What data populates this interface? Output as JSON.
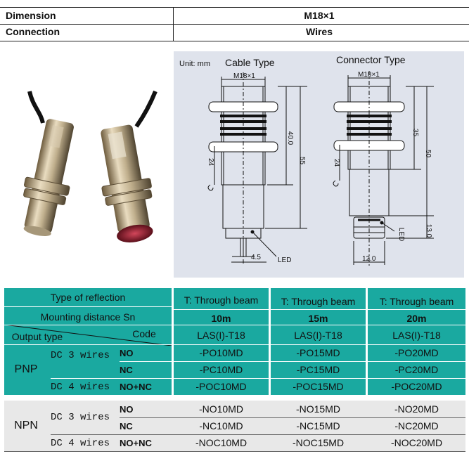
{
  "spec": [
    {
      "label": "Dimension",
      "value": "M18×1"
    },
    {
      "label": "Connection",
      "value": "Wires"
    }
  ],
  "drawing": {
    "unit": "Unit: mm",
    "cable_title": "Cable Type",
    "connector_title": "Connector Type",
    "thread": "M18×1",
    "dims_cable": {
      "body": "40.0",
      "total": "55",
      "wrench": "24",
      "cable": "4.5",
      "led": "LED"
    },
    "dims_connector": {
      "body": "35",
      "total": "50",
      "wrench": "24",
      "plug": "13.0",
      "dia": "12.0",
      "led": "LED"
    }
  },
  "table": {
    "type_of_reflection": "Type of reflection",
    "mounting_distance": "Mounting distance Sn",
    "code": "Code",
    "output_type": "Output type",
    "columns": [
      {
        "type": "T: Through beam",
        "distance": "10m",
        "code": "LAS(I)-T18"
      },
      {
        "type": "T: Through beam",
        "distance": "15m",
        "code": "LAS(I)-T18"
      },
      {
        "type": "T: Through beam",
        "distance": "20m",
        "code": "LAS(I)-T18"
      }
    ],
    "groups": [
      {
        "name": "PNP",
        "rows": [
          {
            "wires": "DC 3 wires",
            "out": "NO",
            "codes": [
              "-PO10MD",
              "-PO15MD",
              "-PO20MD"
            ]
          },
          {
            "wires": "",
            "out": "NC",
            "codes": [
              "-PC10MD",
              "-PC15MD",
              "-PC20MD"
            ]
          },
          {
            "wires": "DC 4 wires",
            "out": "NO+NC",
            "codes": [
              "-POC10MD",
              "-POC15MD",
              "-POC20MD"
            ]
          }
        ]
      },
      {
        "name": "NPN",
        "rows": [
          {
            "wires": "DC 3 wires",
            "out": "NO",
            "codes": [
              "-NO10MD",
              "-NO15MD",
              "-NO20MD"
            ]
          },
          {
            "wires": "",
            "out": "NC",
            "codes": [
              "-NC10MD",
              "-NC15MD",
              "-NC20MD"
            ]
          },
          {
            "wires": "DC 4 wires",
            "out": "NO+NC",
            "codes": [
              "-NOC10MD",
              "-NOC15MD",
              "-NOC20MD"
            ]
          }
        ]
      }
    ]
  },
  "colors": {
    "teal": "#1aa9a0",
    "panel": "#dfe3ec",
    "npn_band": "#e8e8e8"
  }
}
